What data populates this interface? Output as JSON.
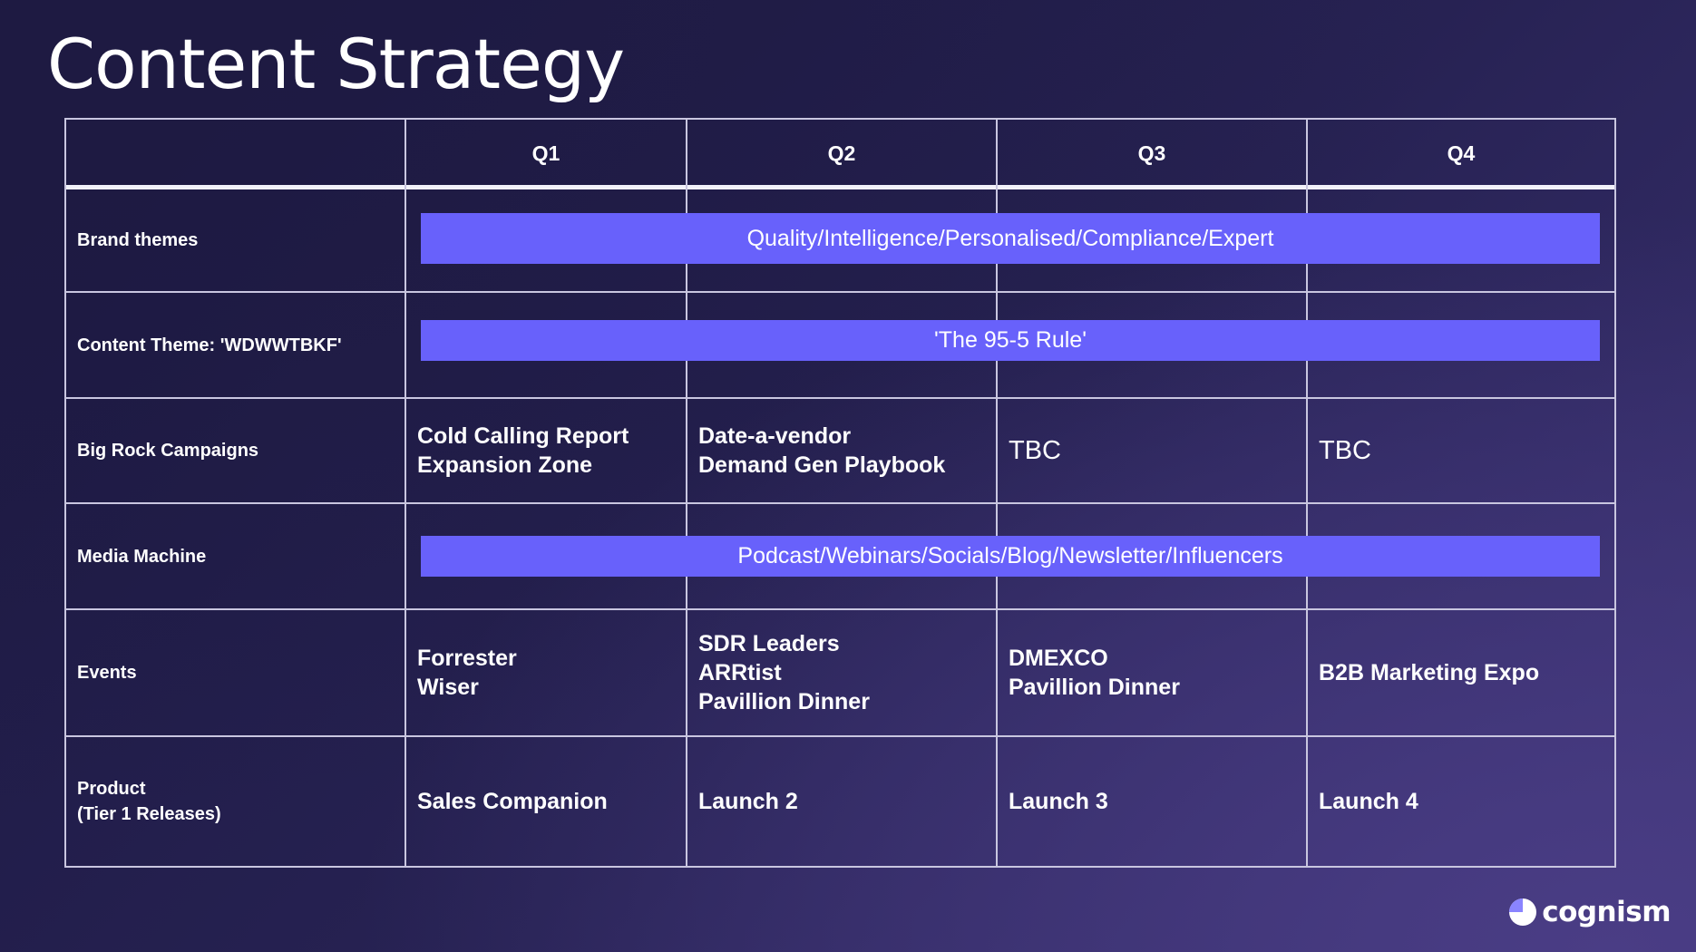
{
  "title": "Content Strategy",
  "table": {
    "quarters": [
      "Q1",
      "Q2",
      "Q3",
      "Q4"
    ],
    "rows": [
      {
        "label": [
          "Brand themes"
        ],
        "band": "Quality/Intelligence/Personalised/Compliance/Expert"
      },
      {
        "label": [
          "Content Theme: 'WDWWTBKF'"
        ],
        "band": "'The 95-5 Rule'"
      },
      {
        "label": [
          "Big Rock Campaigns"
        ],
        "cells": [
          [
            "Cold Calling Report",
            "Expansion Zone"
          ],
          [
            "Date-a-vendor",
            "Demand Gen Playbook"
          ],
          [
            "TBC"
          ],
          [
            "TBC"
          ]
        ]
      },
      {
        "label": [
          "Media Machine"
        ],
        "band": "Podcast/Webinars/Socials/Blog/Newsletter/Influencers"
      },
      {
        "label": [
          "Events"
        ],
        "cells": [
          [
            "Forrester",
            "Wiser"
          ],
          [
            "SDR Leaders",
            "ARRtist",
            "Pavillion Dinner"
          ],
          [
            "DMEXCO",
            "Pavillion Dinner"
          ],
          [
            "B2B Marketing Expo"
          ]
        ]
      },
      {
        "label": [
          "Product",
          "(Tier 1 Releases)"
        ],
        "cells": [
          [
            "Sales Companion"
          ],
          [
            "Launch 2"
          ],
          [
            "Launch 3"
          ],
          [
            "Launch 4"
          ]
        ]
      }
    ]
  },
  "brand": {
    "logo_text": "cognism",
    "logo_icon": "cognism-logo-icon",
    "accent": "#6861fb"
  }
}
